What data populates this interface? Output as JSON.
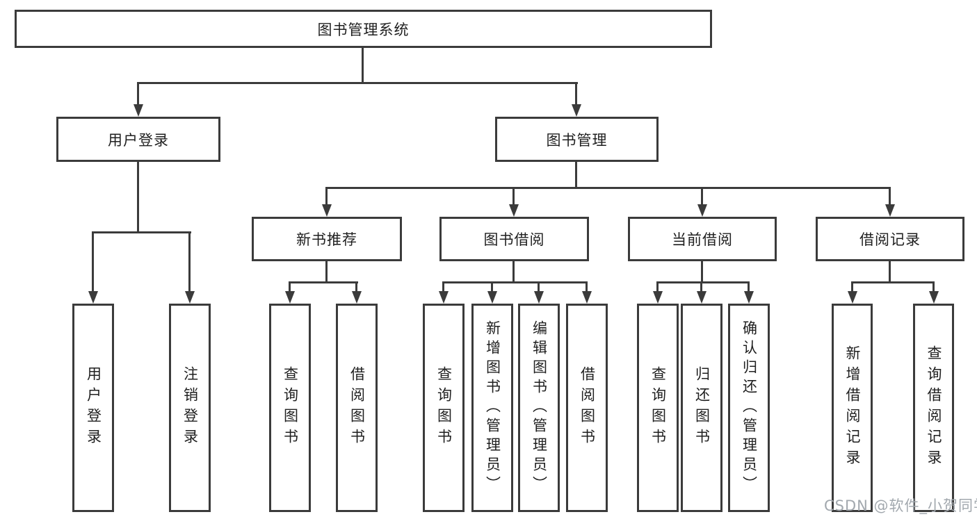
{
  "tree": {
    "root": "图书管理系统",
    "user_login": {
      "label": "用户登录",
      "children": [
        "用户登录",
        "注销登录"
      ]
    },
    "book_mgmt": {
      "label": "图书管理"
    },
    "new_book": {
      "label": "新书推荐",
      "children": [
        "查询图书",
        "借阅图书"
      ]
    },
    "borrow": {
      "label": "图书借阅",
      "children": [
        "查询图书",
        "新增图书（管理员）",
        "编辑图书（管理员）",
        "借阅图书"
      ]
    },
    "current": {
      "label": "当前借阅",
      "children": [
        "查询图书",
        "归还图书",
        "确认归还（管理员）"
      ]
    },
    "records": {
      "label": "借阅记录",
      "children": [
        "新增借阅记录",
        "查询借阅记录"
      ]
    }
  },
  "watermark": "CSDN @软件_小贺同学",
  "colors": {
    "line": "#3b3b3b",
    "text": "#1f1f1f",
    "watermark": "#a2a8ae",
    "background": "#ffffff"
  }
}
